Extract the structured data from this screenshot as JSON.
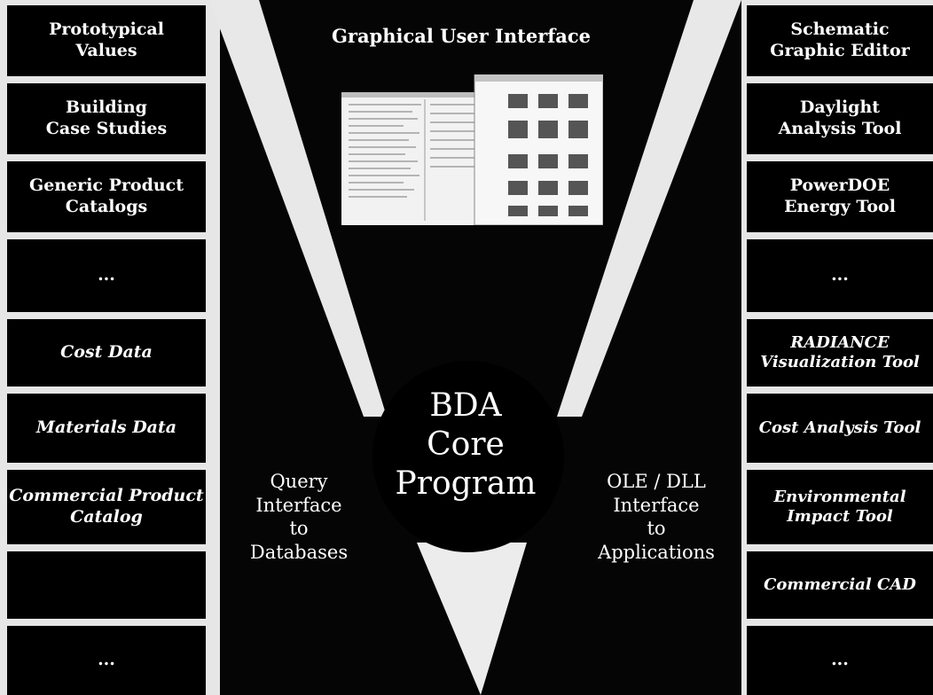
{
  "gui_title": "Graphical User Interface",
  "core_program": "BDA\nCore\nProgram",
  "query_interface": "Query\nInterface\nto\nDatabases",
  "ole_interface": "OLE / DLL\nInterface\nto\nApplications",
  "left_column": [
    {
      "label": "Prototypical\nValues",
      "italic": false
    },
    {
      "label": "Building\nCase Studies",
      "italic": false
    },
    {
      "label": "Generic Product\nCatalogs",
      "italic": false
    },
    {
      "label": "...",
      "italic": false
    },
    {
      "label": "Cost Data",
      "italic": true
    },
    {
      "label": "Materials Data",
      "italic": true
    },
    {
      "label": "Commercial Product\nCatalog",
      "italic": true
    },
    {
      "label": "",
      "italic": false
    },
    {
      "label": "...",
      "italic": false
    }
  ],
  "right_column": [
    {
      "label": "Schematic\nGraphic Editor",
      "italic": false
    },
    {
      "label": "Daylight\nAnalysis Tool",
      "italic": false
    },
    {
      "label": "PowerDOE\nEnergy Tool",
      "italic": false
    },
    {
      "label": "...",
      "italic": false
    },
    {
      "label": "RADIANCE\nVisualization Tool",
      "italic": true
    },
    {
      "label": "Cost Analysis Tool",
      "italic": true
    },
    {
      "label": "Environmental\nImpact Tool",
      "italic": true
    },
    {
      "label": "Commercial CAD",
      "italic": true
    },
    {
      "label": "...",
      "italic": false
    }
  ],
  "colors": {
    "background": "#050505",
    "funnel": "#e8e8e8",
    "box": "#000000",
    "text": "#ffffff"
  },
  "icons": [
    "gui-screenshot-thumbnail"
  ]
}
